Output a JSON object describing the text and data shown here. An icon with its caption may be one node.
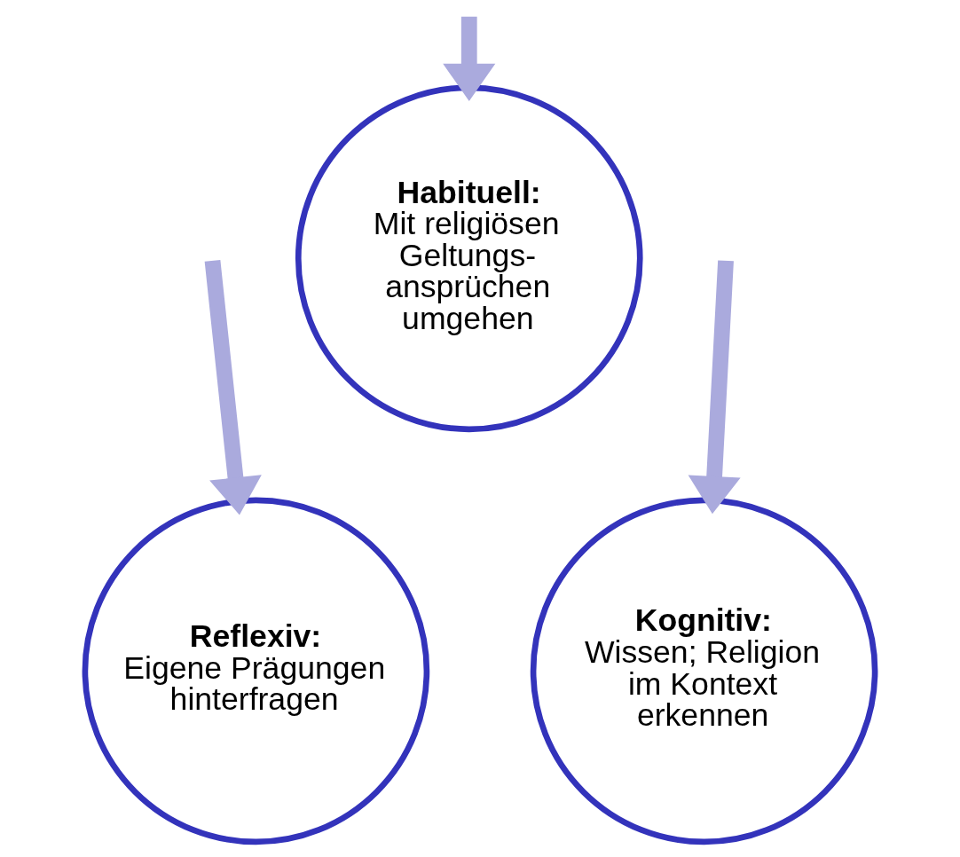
{
  "diagram": {
    "nodes": [
      {
        "text": [
          "Habituell:",
          "Mit religiösen Geltungs- ansprüchen umgehen"
        ]
      },
      {
        "text": [
          "Reflexiv:",
          "Eigene Prägungen hinterfragen"
        ]
      },
      {
        "text": [
          "Kognitiv:",
          "Wissen; Religion im Kontext erkennen"
        ]
      }
    ],
    "edges": [
      {
        "from": null,
        "to": 0,
        "arrow": "to"
      },
      {
        "from": null,
        "to": 1,
        "arrow": "to"
      },
      {
        "from": null,
        "to": 2,
        "arrow": "to"
      }
    ]
  }
}
